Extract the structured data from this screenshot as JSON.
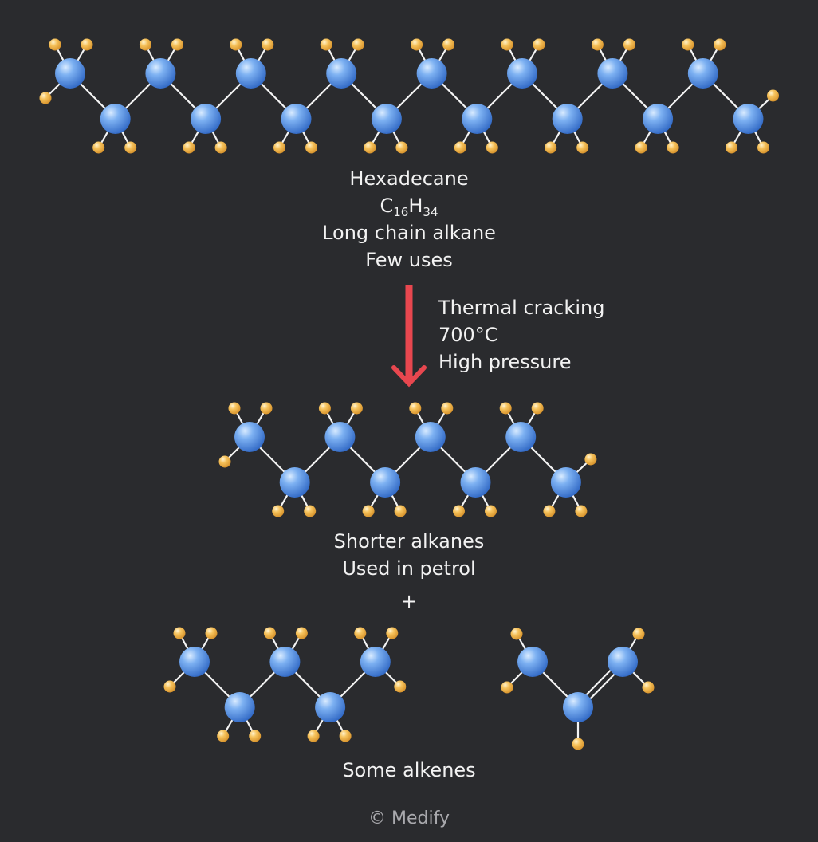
{
  "hexadecane": {
    "name": "Hexadecane",
    "formula_c": "C",
    "formula_c_sub": "16",
    "formula_h": "H",
    "formula_h_sub": "34",
    "line3": "Long chain alkane",
    "line4": "Few uses"
  },
  "process": {
    "line1": "Thermal cracking",
    "line2": "700°C",
    "line3": "High pressure"
  },
  "shorter_alkanes": {
    "line1": "Shorter alkanes",
    "line2": "Used in petrol"
  },
  "plus_sign": "+",
  "alkenes_label": "Some alkenes",
  "credit": "© Medify",
  "colors": {
    "background": "#2a2b2e",
    "carbon": "#4a86dc",
    "hydrogen": "#f0b548",
    "bond": "#f4f4f4",
    "arrow": "#e8474f",
    "text": "#f2f2f2"
  }
}
